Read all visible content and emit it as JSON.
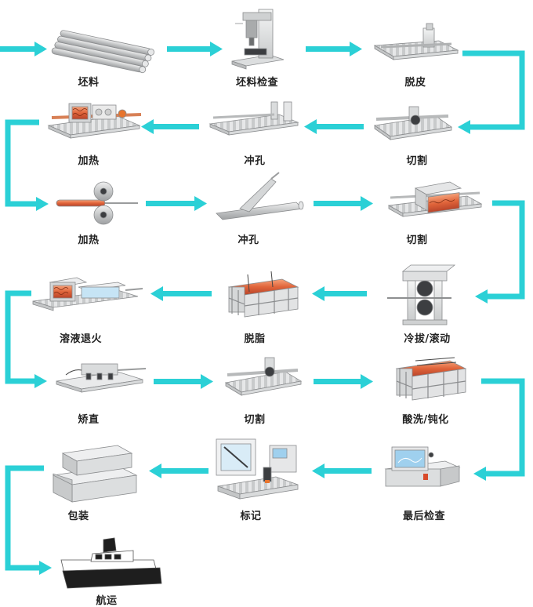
{
  "colors": {
    "arrow": "#2bd0d6",
    "heat": "#e8742c",
    "metal": "#d9dbdc",
    "outline": "#8a8c8e"
  },
  "steps": [
    {
      "label": "坯料",
      "icon": "billets-bundle-icon"
    },
    {
      "label": "坯料检查",
      "icon": "inspection-machine-icon"
    },
    {
      "label": "脱皮",
      "icon": "peeling-machine-icon"
    },
    {
      "label": "切割",
      "icon": "saw-cutter-icon"
    },
    {
      "label": "冲孔",
      "icon": "punch-bench-icon"
    },
    {
      "label": "加热",
      "icon": "furnace-icon"
    },
    {
      "label": "加热",
      "icon": "roll-heating-icon"
    },
    {
      "label": "冲孔",
      "icon": "piercing-mandrel-icon"
    },
    {
      "label": "切割",
      "icon": "induction-cutting-icon"
    },
    {
      "label": "冷拔/滚动",
      "icon": "cold-drawing-stand-icon"
    },
    {
      "label": "脱脂",
      "icon": "degreasing-tank-icon"
    },
    {
      "label": "溶液退火",
      "icon": "annealing-furnace-icon"
    },
    {
      "label": "矫直",
      "icon": "straightener-icon"
    },
    {
      "label": "切割",
      "icon": "final-cutting-icon"
    },
    {
      "label": "酸洗/钝化",
      "icon": "pickling-tank-icon"
    },
    {
      "label": "最后检查",
      "icon": "final-inspection-icon"
    },
    {
      "label": "标记",
      "icon": "marking-station-icon"
    },
    {
      "label": "包装",
      "icon": "packing-boxes-icon"
    },
    {
      "label": "航运",
      "icon": "cargo-ship-icon"
    }
  ]
}
